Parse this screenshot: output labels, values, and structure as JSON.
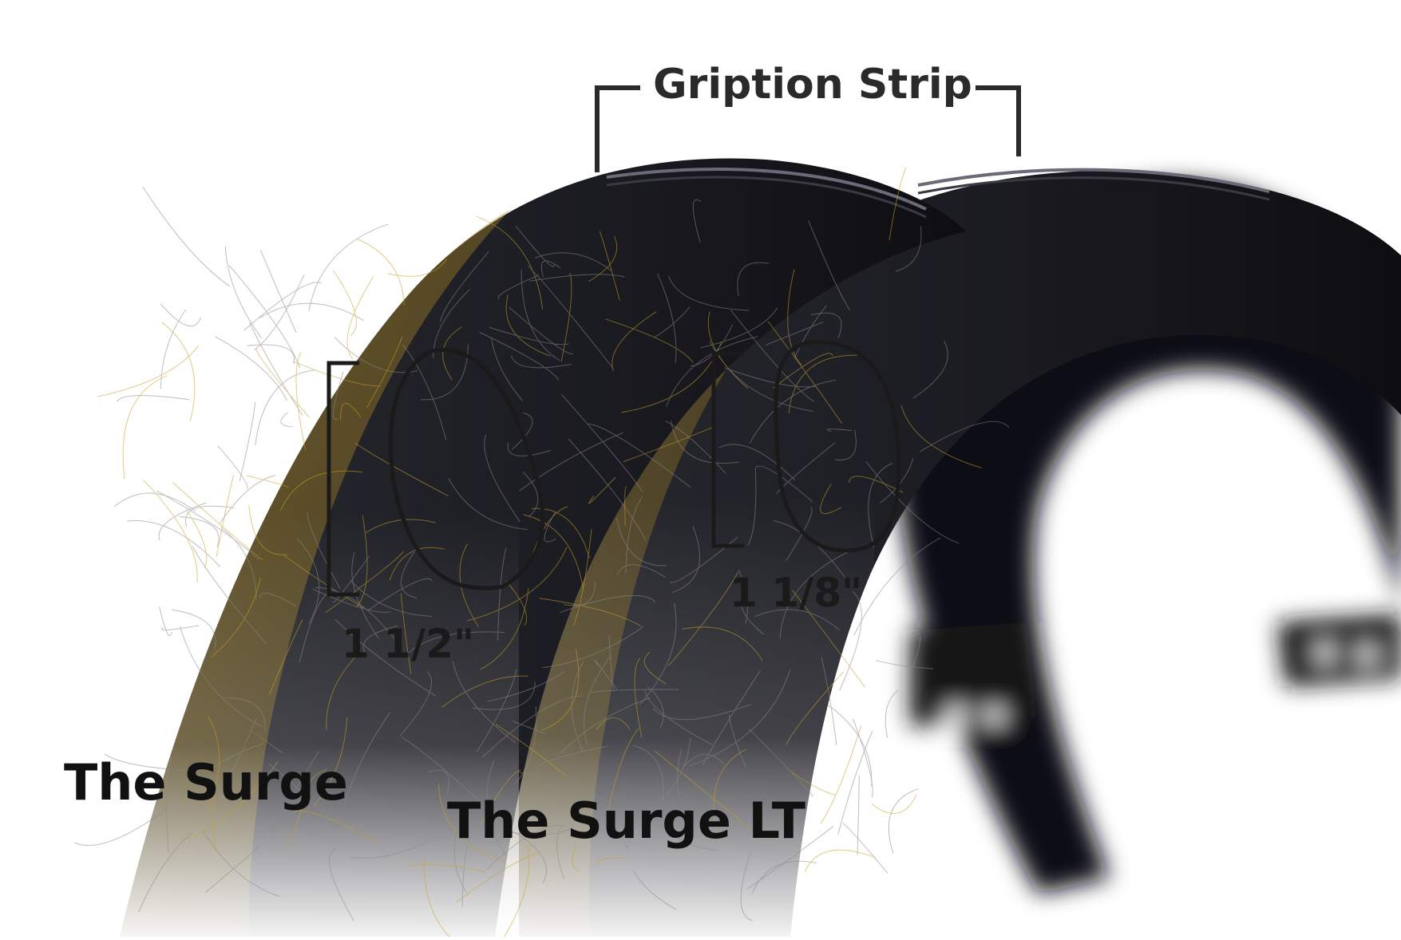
{
  "image": {
    "title": "Gription Strip",
    "products": [
      {
        "name": "The Surge",
        "dimension": "1 1/2\""
      },
      {
        "name": "The Surge LT",
        "dimension": "1 1/8\""
      }
    ],
    "colors": {
      "background": "#ffffff",
      "frame_dark": "#141418",
      "fiber_gold": "#c9a227",
      "fiber_gray": "#8a8a8a",
      "label_text": "#111111"
    }
  }
}
